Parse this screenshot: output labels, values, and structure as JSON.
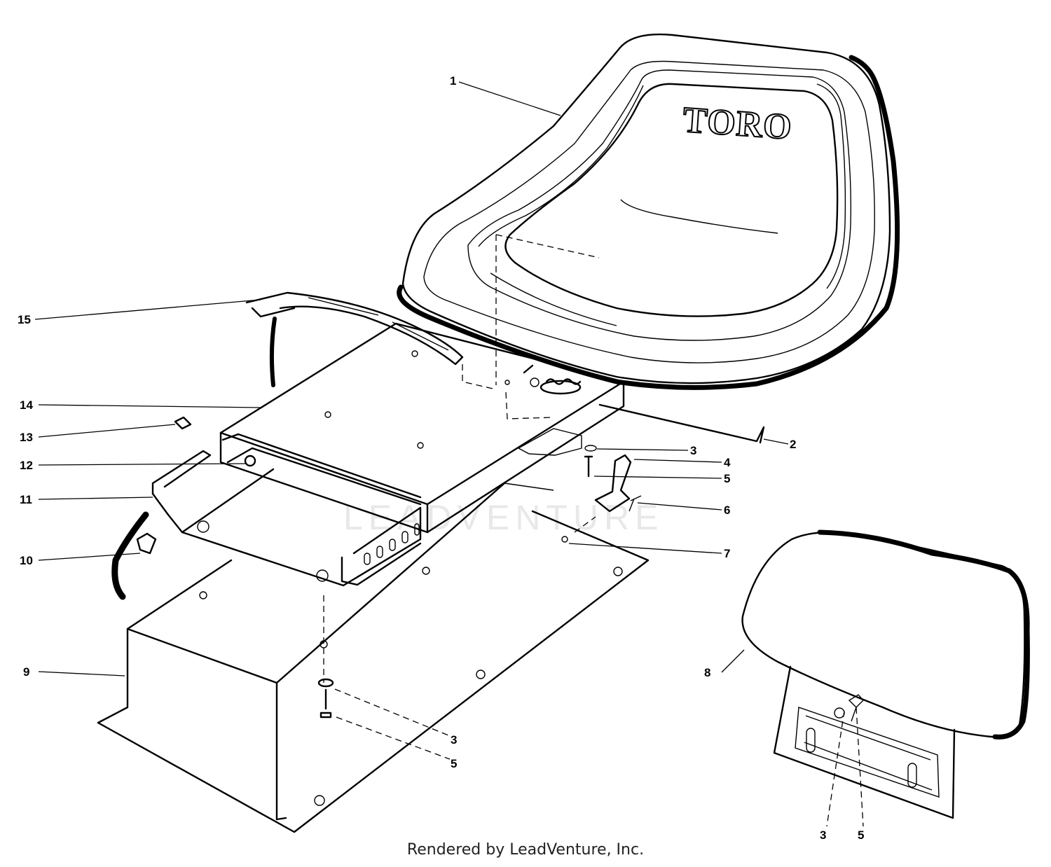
{
  "diagram": {
    "brand_text": "TORO",
    "watermark_text": "LEADVENTURE",
    "callouts": [
      {
        "id": "c1",
        "text": "1"
      },
      {
        "id": "c2",
        "text": "2"
      },
      {
        "id": "c3a",
        "text": "3"
      },
      {
        "id": "c4",
        "text": "4"
      },
      {
        "id": "c5a",
        "text": "5"
      },
      {
        "id": "c6",
        "text": "6"
      },
      {
        "id": "c7",
        "text": "7"
      },
      {
        "id": "c8",
        "text": "8"
      },
      {
        "id": "c9",
        "text": "9"
      },
      {
        "id": "c10",
        "text": "10"
      },
      {
        "id": "c11",
        "text": "11"
      },
      {
        "id": "c12",
        "text": "12"
      },
      {
        "id": "c13",
        "text": "13"
      },
      {
        "id": "c14",
        "text": "14"
      },
      {
        "id": "c15",
        "text": "15"
      },
      {
        "id": "c3b",
        "text": "3"
      },
      {
        "id": "c5b",
        "text": "5"
      },
      {
        "id": "c3c",
        "text": "3"
      },
      {
        "id": "c5c",
        "text": "5"
      }
    ]
  },
  "footer": {
    "credit": "Rendered by LeadVenture, Inc."
  }
}
